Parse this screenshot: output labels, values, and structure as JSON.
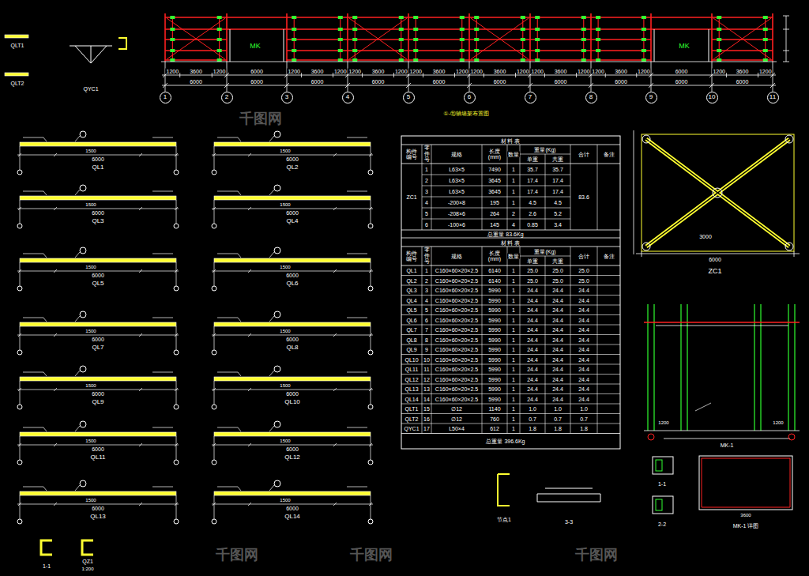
{
  "diagram": {
    "nodes": [
      {
        "text": [
          "1"
        ]
      },
      {
        "text": [
          "2"
        ]
      },
      {
        "text": [
          "3"
        ]
      },
      {
        "text": [
          "4"
        ]
      },
      {
        "text": [
          "5"
        ]
      },
      {
        "text": [
          "6"
        ]
      },
      {
        "text": [
          "7"
        ]
      },
      {
        "text": [
          "8"
        ]
      },
      {
        "text": [
          "9"
        ]
      },
      {
        "text": [
          "10"
        ]
      },
      {
        "text": [
          "11"
        ]
      }
    ],
    "labels": [
      "1200",
      "3600",
      "1200",
      "6000",
      "1200",
      "3600",
      "1200",
      "1200",
      "3600",
      "1200",
      "1200",
      "3600",
      "1200",
      "1200",
      "3600",
      "1200",
      "1200",
      "3600",
      "1200",
      "1200",
      "3600",
      "1200",
      "6000",
      "1200",
      "3600",
      "1200",
      "6000",
      "6000",
      "6000",
      "6000",
      "6000",
      "6000",
      "6000",
      "6000",
      "6000",
      "6000",
      "MK",
      "MK",
      "①-⑪轴墙架布置图",
      "QLT1",
      "QLT2",
      "QYC1",
      "1500",
      "6000",
      "QL1",
      "1500",
      "6000",
      "QL2",
      "1500",
      "6000",
      "QL3",
      "1500",
      "6000",
      "QL4",
      "1500",
      "6000",
      "QL5",
      "1500",
      "6000",
      "QL6",
      "1500",
      "6000",
      "QL7",
      "1500",
      "6000",
      "QL8",
      "1500",
      "6000",
      "QL9",
      "1500",
      "6000",
      "QL10",
      "1500",
      "6000",
      "QL11",
      "1500",
      "6000",
      "QL12",
      "1500",
      "6000",
      "QL13",
      "1500",
      "6000",
      "QL14",
      "材 料 表",
      "构件编号",
      "零件号",
      "规格",
      "长度 (mm)",
      "数量",
      "重量(Kg)",
      "单重",
      "共重",
      "合计",
      "备注",
      "1",
      "L63×5",
      "7490",
      "1",
      "35.7",
      "35.7",
      "2",
      "L63×5",
      "3645",
      "1",
      "17.4",
      "17.4",
      "3",
      "L63×5",
      "3645",
      "1",
      "17.4",
      "17.4",
      "4",
      "-200×8",
      "195",
      "1",
      "4.5",
      "4.5",
      "5",
      "-208×6",
      "264",
      "2",
      "2.6",
      "5.2",
      "6",
      "-100×6",
      "145",
      "4",
      "0.85",
      "3.4",
      "ZC1",
      "83.6",
      "总重量 83.6Kg",
      "材 料 表",
      "构件编号",
      "零件号",
      "规格",
      "长度 (mm)",
      "数量",
      "重量(Kg)",
      "单重",
      "共重",
      "合计",
      "备注",
      "QL1",
      "1",
      "C160×60×20×2.5",
      "6140",
      "1",
      "25.0",
      "25.0",
      "25.0",
      "QL2",
      "2",
      "C160×60×20×2.5",
      "6140",
      "1",
      "25.0",
      "25.0",
      "25.0",
      "QL3",
      "3",
      "C160×60×20×2.5",
      "5990",
      "1",
      "24.4",
      "24.4",
      "24.4",
      "QL4",
      "4",
      "C160×60×20×2.5",
      "5990",
      "1",
      "24.4",
      "24.4",
      "24.4",
      "QL5",
      "5",
      "C160×60×20×2.5",
      "5990",
      "1",
      "24.4",
      "24.4",
      "24.4",
      "QL6",
      "6",
      "C160×60×20×2.5",
      "5990",
      "1",
      "24.4",
      "24.4",
      "24.4",
      "QL7",
      "7",
      "C160×60×20×2.5",
      "5990",
      "1",
      "24.4",
      "24.4",
      "24.4",
      "QL8",
      "8",
      "C160×60×20×2.5",
      "5990",
      "1",
      "24.4",
      "24.4",
      "24.4",
      "QL9",
      "9",
      "C160×60×20×2.5",
      "5990",
      "1",
      "24.4",
      "24.4",
      "24.4",
      "QL10",
      "10",
      "C160×60×20×2.5",
      "5990",
      "1",
      "24.4",
      "24.4",
      "24.4",
      "QL11",
      "11",
      "C160×60×20×2.5",
      "5990",
      "1",
      "24.4",
      "24.4",
      "24.4",
      "QL12",
      "12",
      "C160×60×20×2.5",
      "5990",
      "1",
      "24.4",
      "24.4",
      "24.4",
      "QL13",
      "13",
      "C160×60×20×2.5",
      "5990",
      "1",
      "24.4",
      "24.4",
      "24.4",
      "QL14",
      "14",
      "C160×60×20×2.5",
      "5990",
      "1",
      "24.4",
      "24.4",
      "24.4",
      "QLT1",
      "15",
      "∅12",
      "1140",
      "1",
      "1.0",
      "1.0",
      "1.0",
      "QLT2",
      "16",
      "∅12",
      "760",
      "1",
      "0.7",
      "0.7",
      "0.7",
      "QYC1",
      "17",
      "L50×4",
      "612",
      "1",
      "1.8",
      "1.8",
      "1.8",
      "总重量 396.6Kg",
      "ZC1",
      "6000",
      "3000",
      "MK-1",
      "1-1",
      "2-2",
      "MK-1 详图",
      "3600",
      "1200",
      "1200",
      "1-1",
      "QZ1",
      "1:200",
      "节点1",
      "3-3",
      "千图网",
      "千图网",
      "千图网",
      "千图网"
    ]
  }
}
